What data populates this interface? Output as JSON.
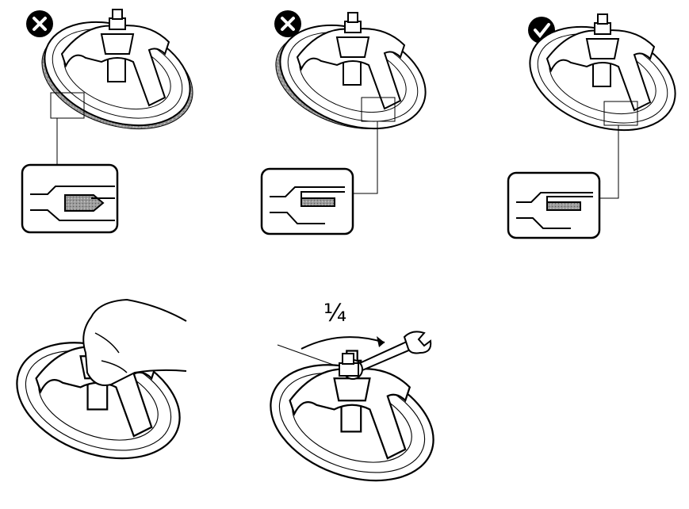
{
  "panels": [
    {
      "status": "incorrect",
      "badge_icon": "cross-icon"
    },
    {
      "status": "incorrect",
      "badge_icon": "cross-icon"
    },
    {
      "status": "correct",
      "badge_icon": "check-icon"
    }
  ],
  "steps": [
    {
      "action": "hand-tighten"
    },
    {
      "action": "wrench-tighten",
      "turn_label": "¼"
    }
  ],
  "colors": {
    "line": "#000000",
    "gasket": "#8a8a8a",
    "fill": "#ffffff"
  }
}
